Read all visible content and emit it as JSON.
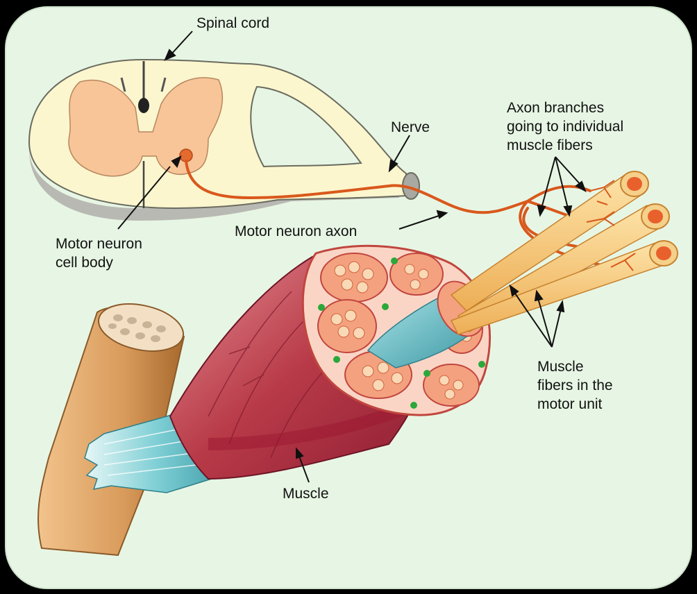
{
  "labels": {
    "spinal_cord": "Spinal cord",
    "nerve": "Nerve",
    "axon_branches": [
      "Axon branches",
      "going to individual",
      "muscle fibers"
    ],
    "motor_neuron_cell_body": [
      "Motor neuron",
      "cell body"
    ],
    "motor_neuron_axon": "Motor neuron axon",
    "muscle_fibers_motor_unit": [
      "Muscle",
      "fibers in the",
      "motor unit"
    ],
    "muscle": "Muscle"
  },
  "colors": {
    "page_background": "#000000",
    "panel_background": "#E7F6E4",
    "spinal_white_matter": "#FBF6CE",
    "spinal_gray_matter": "#F7C597",
    "axon": "#D9581C",
    "muscle_red": "#B83A48",
    "tendon": "#6CC2C9",
    "bone": "#D89A5A",
    "fiber": "#F6CC7E",
    "endomysium_green": "#2BA83A"
  }
}
